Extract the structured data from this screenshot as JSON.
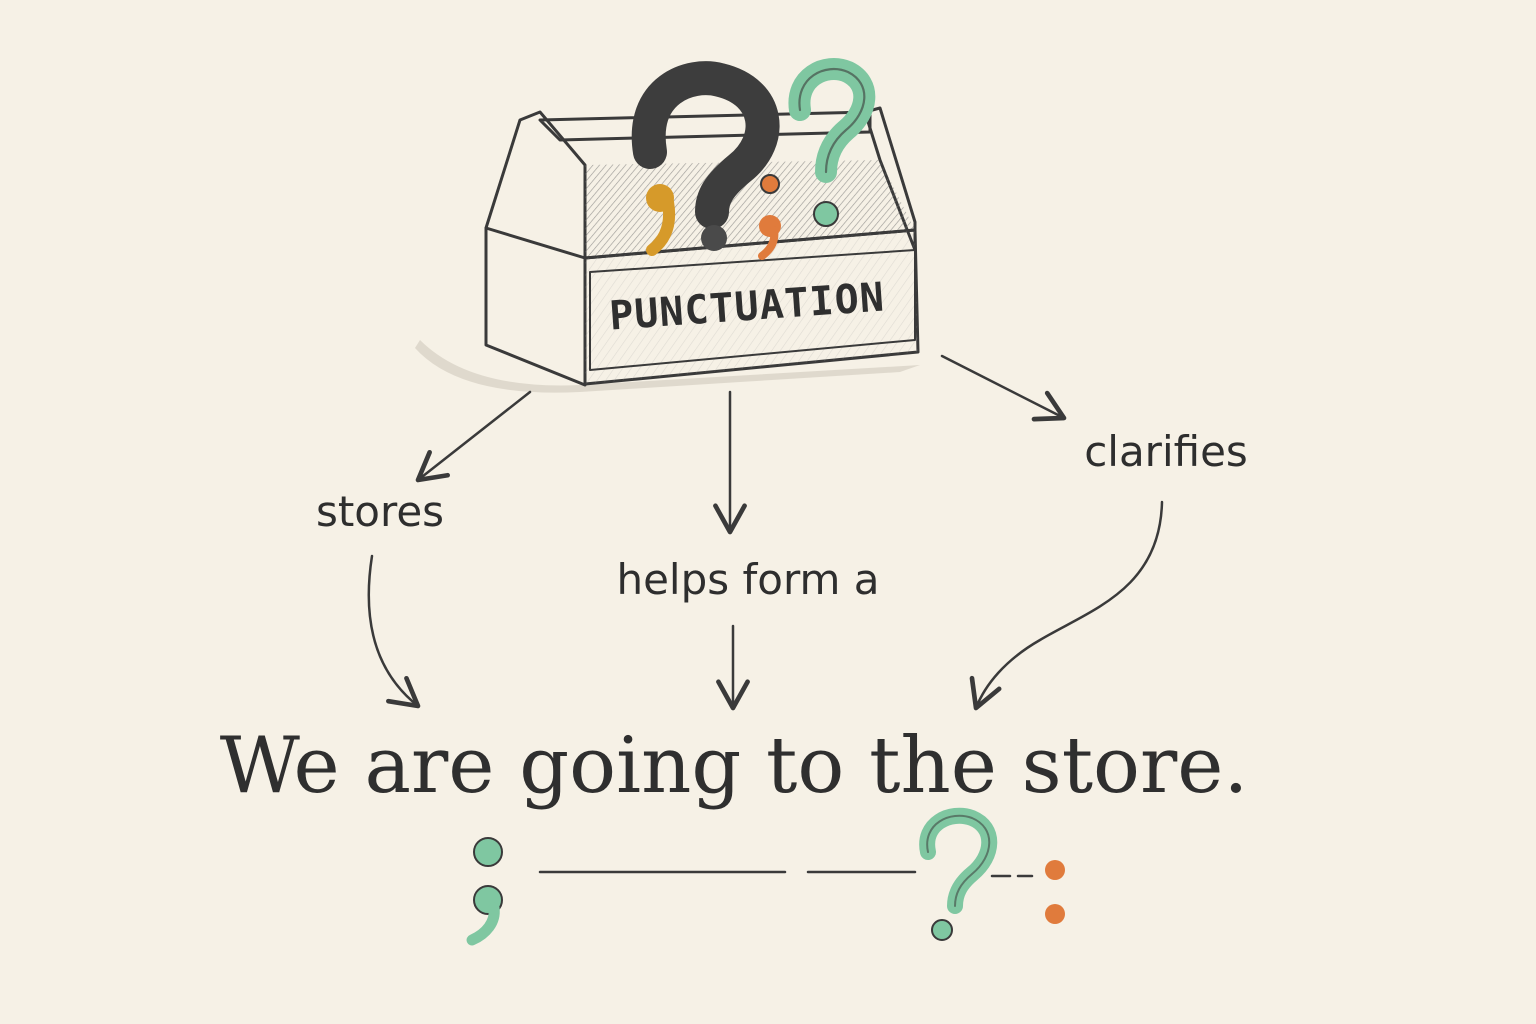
{
  "toolbox": {
    "label": "PUNCTUATION"
  },
  "relations": {
    "left": "stores",
    "center": "helps form a",
    "right": "clarifies"
  },
  "sentence": "We are going to the store.",
  "colors": {
    "background": "#f6f1e6",
    "ink": "#3a3a3a",
    "green": "#7fc7a1",
    "orange": "#e07b3c",
    "mustard": "#d69a2a",
    "charcoal": "#3d3d3d"
  },
  "icons": [
    "toolbox-icon",
    "question-mark-icon",
    "semicolon-icon",
    "colon-icon",
    "comma-icon",
    "arrow-icon"
  ]
}
